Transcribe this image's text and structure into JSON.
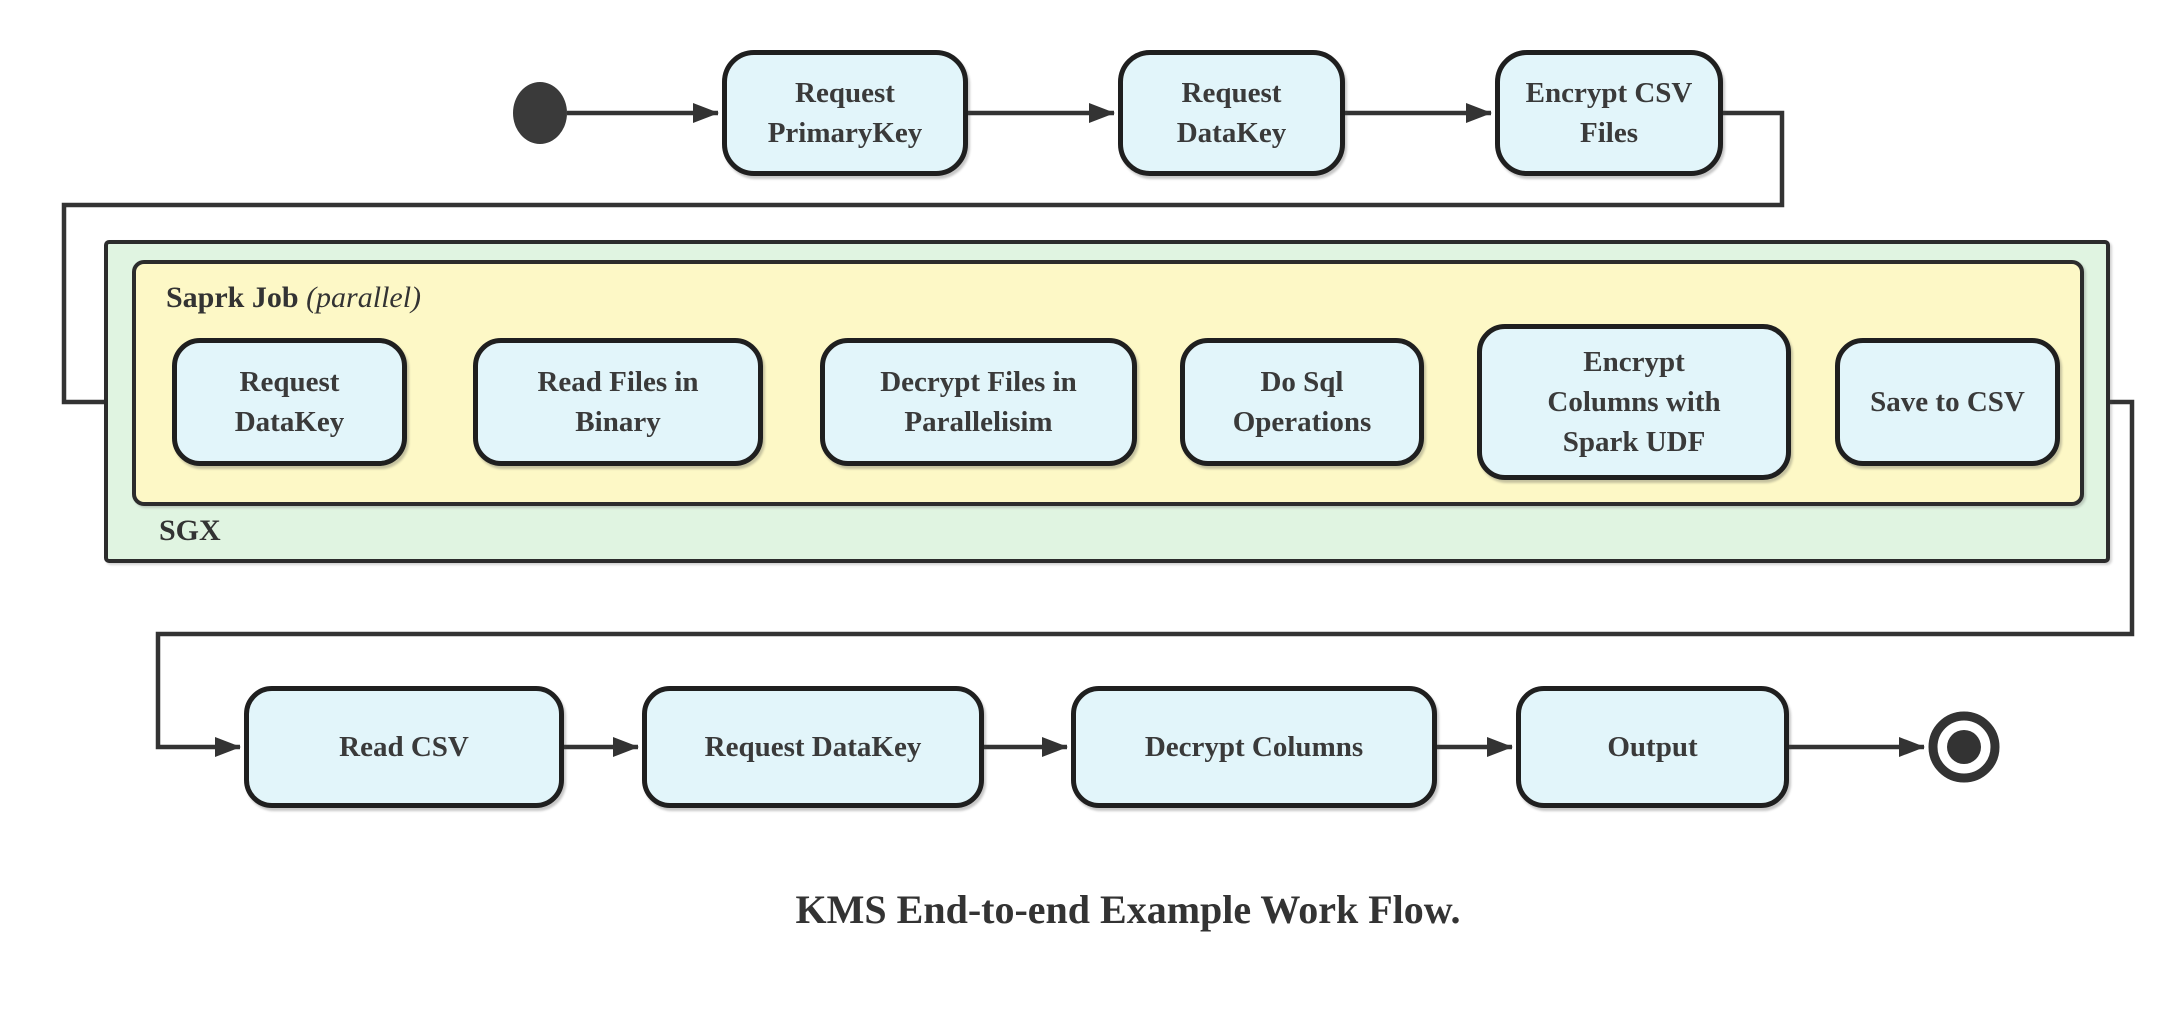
{
  "diagram": {
    "type": "state-workflow-diagram",
    "caption": "KMS End-to-end Example Work Flow.",
    "colors": {
      "node_fill": "#e2f5fa",
      "spark_container_fill": "#fdf8c6",
      "sgx_container_fill": "#e0f4e1",
      "line_color": "#333333",
      "border_color": "#1f1f1f"
    },
    "top_row": {
      "nodes": [
        {
          "label": "Request PrimaryKey"
        },
        {
          "label": "Request DataKey"
        },
        {
          "label": "Encrypt CSV Files"
        }
      ]
    },
    "sgx": {
      "label": "SGX",
      "spark": {
        "title": "Saprk Job",
        "qualifier": "(parallel)",
        "nodes": [
          {
            "label": "Request DataKey"
          },
          {
            "label": "Read Files in Binary"
          },
          {
            "label": "Decrypt Files in Parallelisim"
          },
          {
            "label": "Do Sql Operations"
          },
          {
            "label": "Encrypt Columns with Spark UDF"
          },
          {
            "label": "Save to CSV"
          }
        ]
      }
    },
    "bottom_row": {
      "nodes": [
        {
          "label": "Read CSV"
        },
        {
          "label": "Request DataKey"
        },
        {
          "label": "Decrypt Columns"
        },
        {
          "label": "Output"
        }
      ]
    },
    "terminals": {
      "start": "start-state",
      "end": "end-state"
    }
  }
}
